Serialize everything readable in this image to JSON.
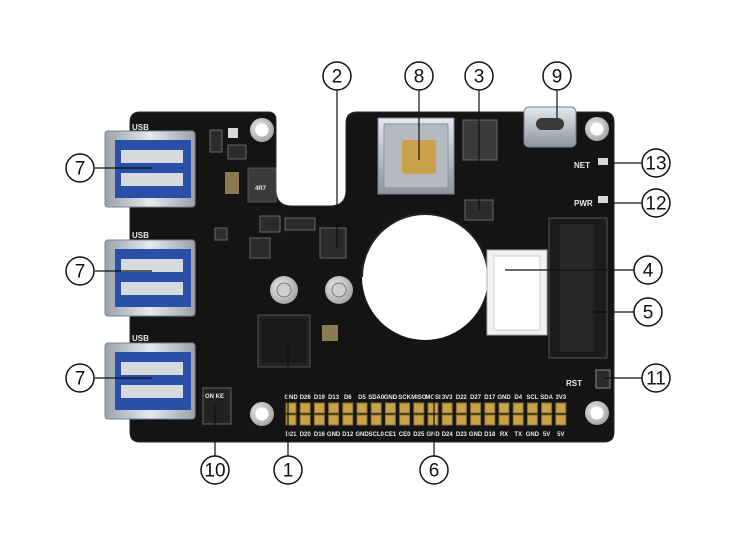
{
  "callouts": [
    "1",
    "2",
    "3",
    "4",
    "5",
    "6",
    "7",
    "8",
    "9",
    "10",
    "11",
    "12",
    "13"
  ],
  "board": {
    "usb_label": "USB",
    "net_label": "NET",
    "pwr_label": "PWR",
    "rst_label": "RST",
    "inductor_label": "4R7",
    "switch_label": "ON KE",
    "gpio_top": [
      "GND",
      "D26",
      "D19",
      "D13",
      "D6",
      "D5",
      "SDA0",
      "GND",
      "SCK",
      "MISO",
      "MOSI",
      "3V3",
      "D22",
      "D27",
      "D17",
      "GND",
      "D4",
      "SCL",
      "SDA",
      "3V3"
    ],
    "gpio_bottom": [
      "D21",
      "D20",
      "D16",
      "GND",
      "D12",
      "GND",
      "SCL0",
      "CE1",
      "CE0",
      "D25",
      "GND",
      "D24",
      "D23",
      "GND",
      "D18",
      "RX",
      "TX",
      "GND",
      "5V",
      "5V"
    ]
  },
  "colors": {
    "board": "#141414",
    "silk": "#e8e8e8",
    "gold": "#c9a24a",
    "metal": "#c8ccd2"
  }
}
